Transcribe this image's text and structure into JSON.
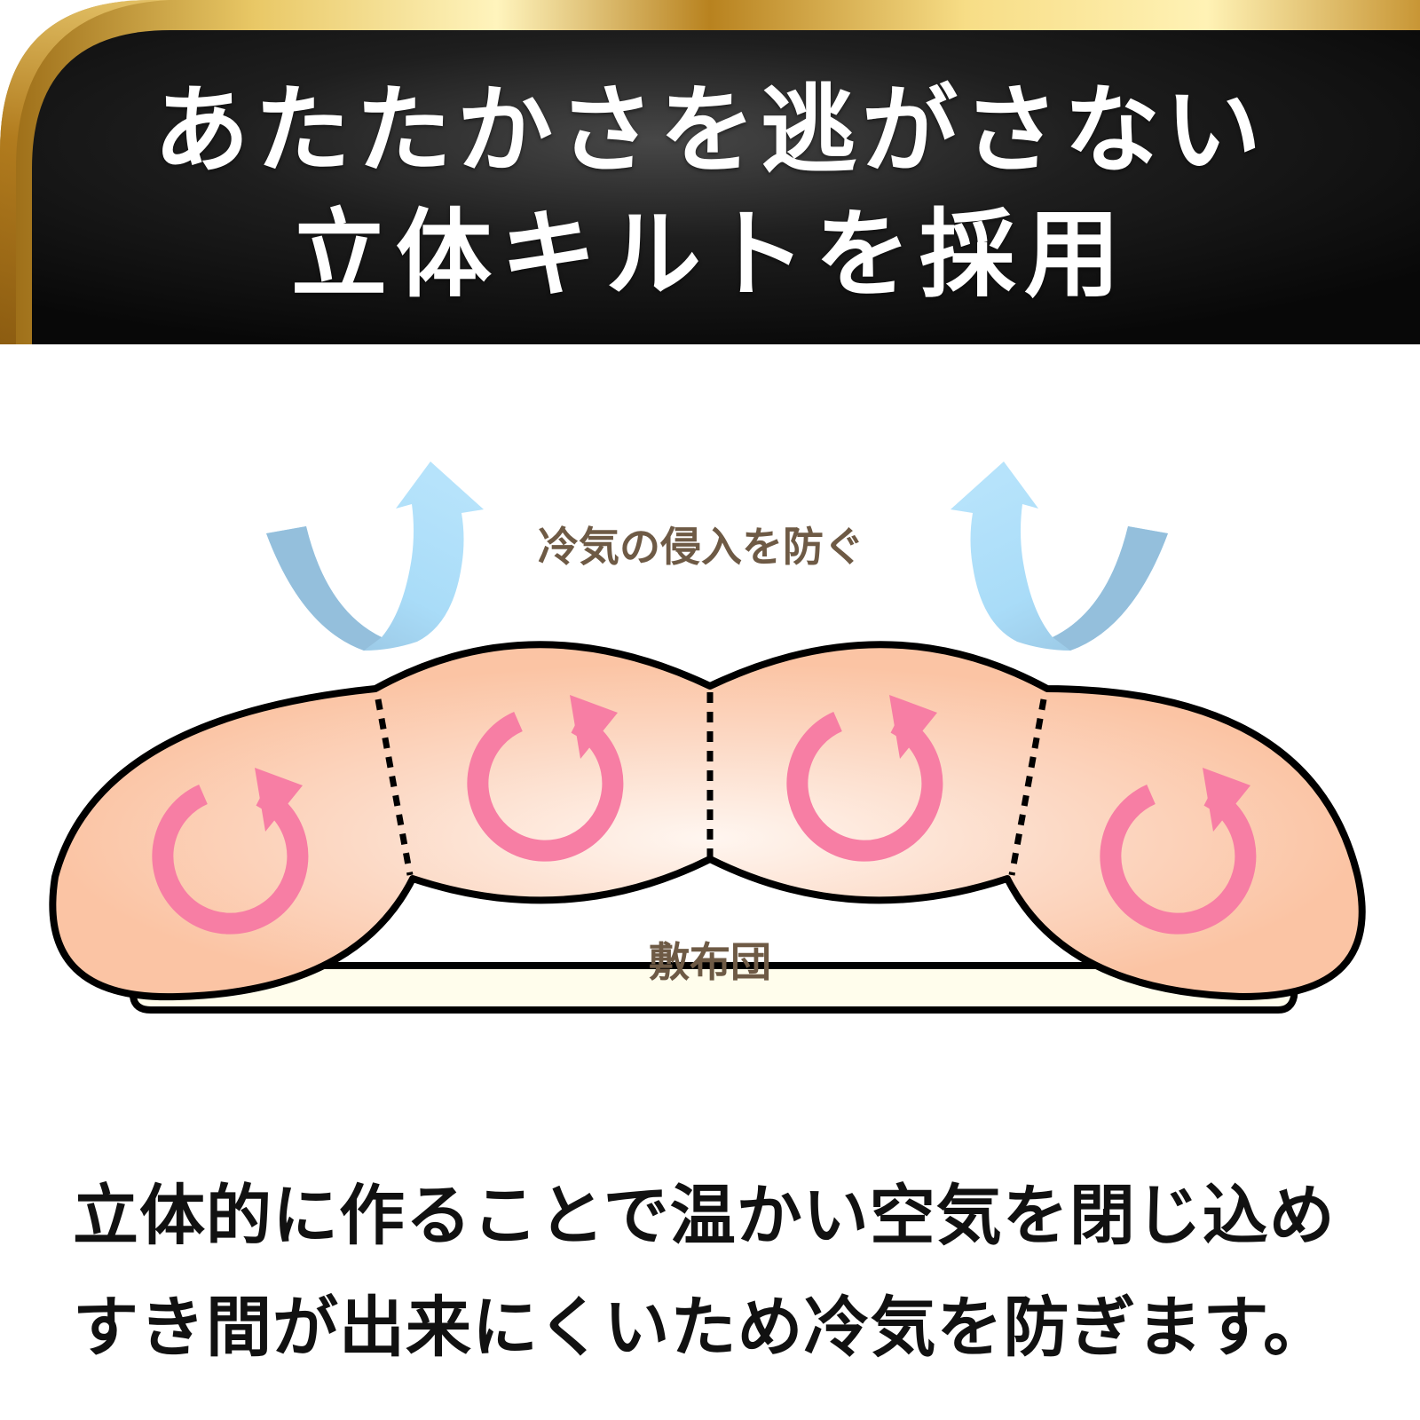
{
  "header": {
    "title_line_1": "あたたかさを逃がさない",
    "title_line_2": "立体キルトを採用"
  },
  "diagram": {
    "arrow_label": "冷気の侵入を防ぐ",
    "base_label": "敷布団",
    "colors": {
      "quilt_fill": "#fbc4a4",
      "quilt_center": "#fff6f0",
      "mattress_fill": "#fffdec",
      "circulation_arrow": "#f77ea4",
      "cold_arrow_light": "#a9dcf8",
      "cold_arrow_dark": "#94bfdc",
      "label_text": "#6e5a45"
    }
  },
  "caption": {
    "line_1": "立体的に作ることで温かい空気を閉じ込め",
    "line_2": "すき間が出来にくいため冷気を防ぎます。"
  }
}
